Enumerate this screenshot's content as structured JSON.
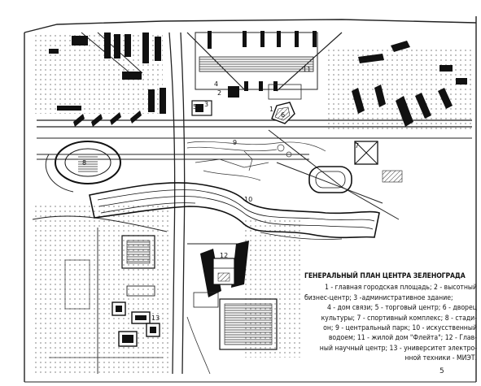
{
  "legend": {
    "title": "ГЕНЕРАЛЬНЫЙ ПЛАН ЦЕНТРА ЗЕЛЕНОГРАДА",
    "lines": [
      "1 - главная городская площадь; 2 - высотный",
      "бизнес-центр; 3 -административное здание;",
      "4 - дом связи; 5 - торговый центр; 6 - дворец",
      "культуры; 7 - спортивный комплекс; 8 - стади-",
      "он; 9 - центральный парк; 10 - искусственный",
      "водоем; 11 - жилой дом \"Флейта\"; 12 - Глав-",
      "ный научный центр; 13 - университет электро-",
      "нной техники - МИЭТ."
    ]
  },
  "map_labels": {
    "n1": "1",
    "n2": "2",
    "n3": "3",
    "n4": "4",
    "n5": "5",
    "n6": "6",
    "n7": "7",
    "n8": "8",
    "n9": "9",
    "n10": "10",
    "n11": "11",
    "n12": "12",
    "n13": "13"
  },
  "page_number": "5"
}
